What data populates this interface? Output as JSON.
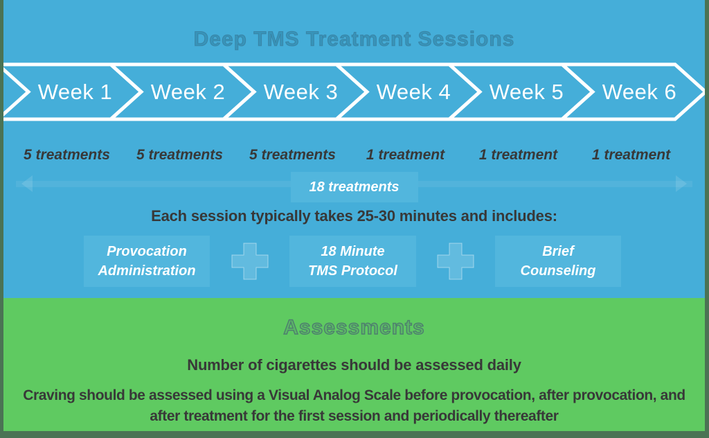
{
  "header": {
    "title": "Deep TMS Treatment Sessions"
  },
  "timeline": {
    "weeks": [
      {
        "label": "Week 1",
        "treatments": "5 treatments"
      },
      {
        "label": "Week 2",
        "treatments": "5 treatments"
      },
      {
        "label": "Week 3",
        "treatments": "5 treatments"
      },
      {
        "label": "Week 4",
        "treatments": "1 treatment"
      },
      {
        "label": "Week 5",
        "treatments": "1 treatment"
      },
      {
        "label": "Week 6",
        "treatments": "1 treatment"
      }
    ],
    "total_label": "18 treatments"
  },
  "session": {
    "intro": "Each session typically takes 25-30 minutes and includes:",
    "plus_icon": "+",
    "components": [
      {
        "line1": "Provocation",
        "line2": "Administration"
      },
      {
        "line1": "18 Minute",
        "line2": "TMS Protocol"
      },
      {
        "line1": "Brief",
        "line2": "Counseling"
      }
    ]
  },
  "assessments": {
    "title": "Assessments",
    "daily": "Number of cigarettes should be assessed daily",
    "craving": "Craving should be assessed using a Visual Analog Scale before provocation, after provocation, and after treatment for the first session and periodically thereafter"
  },
  "colors": {
    "blue_bg": "#45aed9",
    "light_blue_box": "#52b6dd",
    "green_bg": "#5fca61",
    "border_green": "#4b7354",
    "dark_text": "#383838",
    "white": "#ffffff"
  }
}
